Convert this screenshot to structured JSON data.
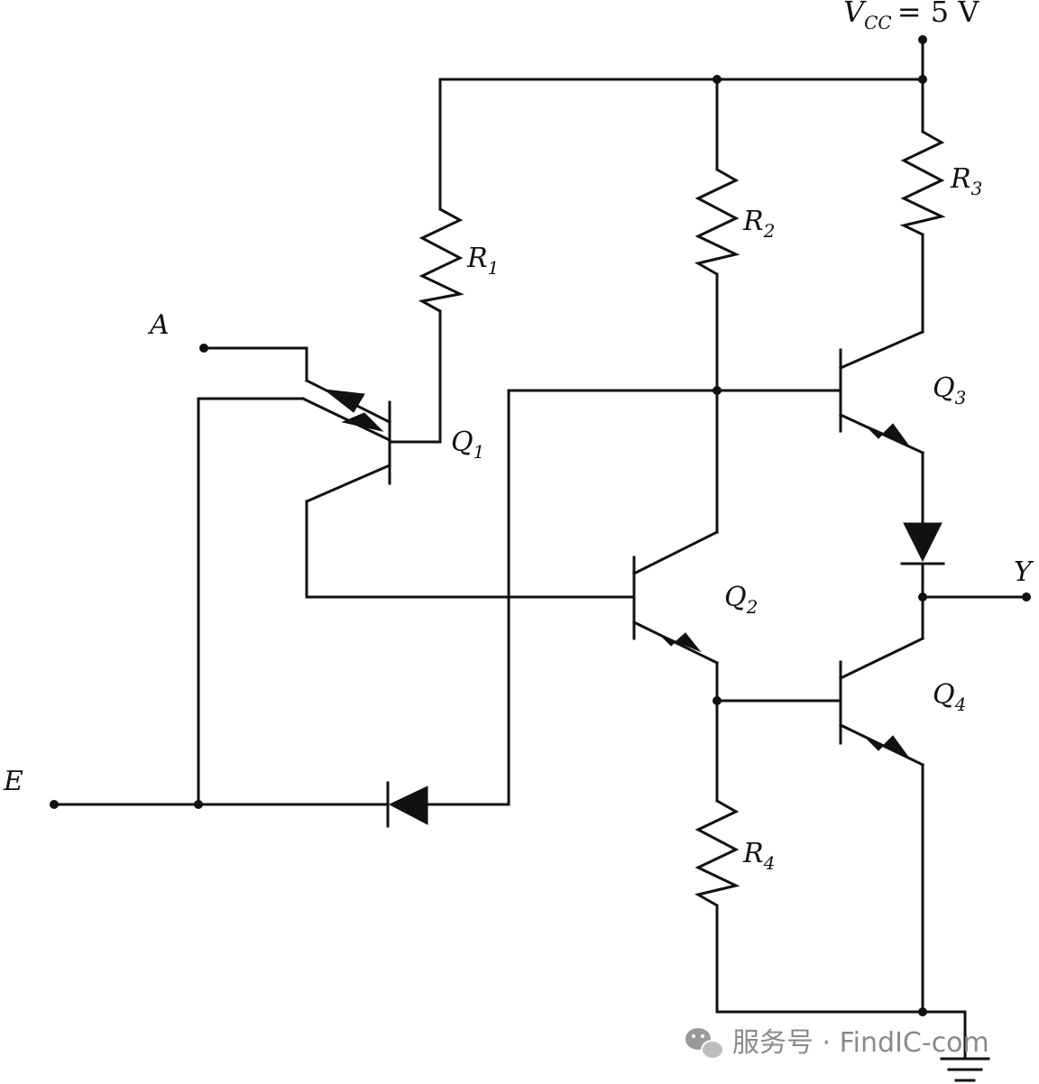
{
  "diagram": {
    "supply": {
      "name": "V",
      "sub": "CC",
      "value": "= 5 V"
    },
    "resistors": [
      {
        "id": "R1",
        "name": "R",
        "sub": "1"
      },
      {
        "id": "R2",
        "name": "R",
        "sub": "2"
      },
      {
        "id": "R3",
        "name": "R",
        "sub": "3"
      },
      {
        "id": "R4",
        "name": "R",
        "sub": "4"
      }
    ],
    "transistors": [
      {
        "id": "Q1_input",
        "name": "Q",
        "sub": "1"
      },
      {
        "id": "Q2",
        "name": "Q",
        "sub": "2"
      },
      {
        "id": "Q3",
        "name": "Q",
        "sub": "3"
      },
      {
        "id": "Q4",
        "name": "Q",
        "sub": "4"
      }
    ],
    "inputs": [
      {
        "id": "A",
        "label": "A"
      },
      {
        "id": "E",
        "label": "E"
      }
    ],
    "output": {
      "label": "Y"
    }
  },
  "watermark": {
    "icon": "wechat-icon",
    "text": "服务号 · FindIC-com"
  }
}
